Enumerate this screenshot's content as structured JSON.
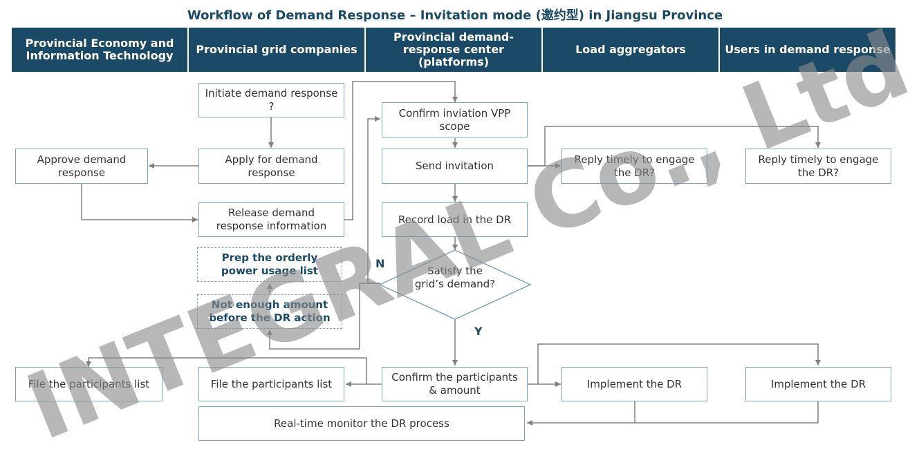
{
  "title": "Workflow of Demand Response – Invitation mode (邀约型) in Jiangsu Province",
  "columns": [
    "Provincial Economy and Information Technology",
    "Provincial grid companies",
    "Provincial demand-response center (platforms)",
    "Load aggregators",
    "Users in demand response"
  ],
  "nodes": {
    "initiate": "Initiate demand response ?",
    "approve": "Approve demand response",
    "apply": "Apply for demand response",
    "release": "Release demand response information",
    "prep": "Prep the orderly power usage list",
    "not_enough": "Not enough amount before the DR action",
    "confirm_scope": "Confirm inviation VPP scope",
    "send": "Send invitation",
    "record": "Record load in the DR",
    "satisfy": "Satisfy the grid’s demand?",
    "reply_agg": "Reply timely to engage the DR?",
    "reply_user": "Reply timely to engage the DR?",
    "file_gov": "File the participants list",
    "file_grid": "File the participants list",
    "confirm_participants": "Confirm the participants & amount",
    "implement_agg": "Implement the DR",
    "implement_user": "Implement the DR",
    "monitor": "Real-time monitor the DR process"
  },
  "labels": {
    "no": "N",
    "yes": "Y"
  },
  "watermark": "INTEGRAL Co., Ltd",
  "colors": {
    "header": "#1b4a66",
    "border": "#7aa5bc",
    "arrow": "#808080",
    "watermark": "#8a8a8a"
  }
}
